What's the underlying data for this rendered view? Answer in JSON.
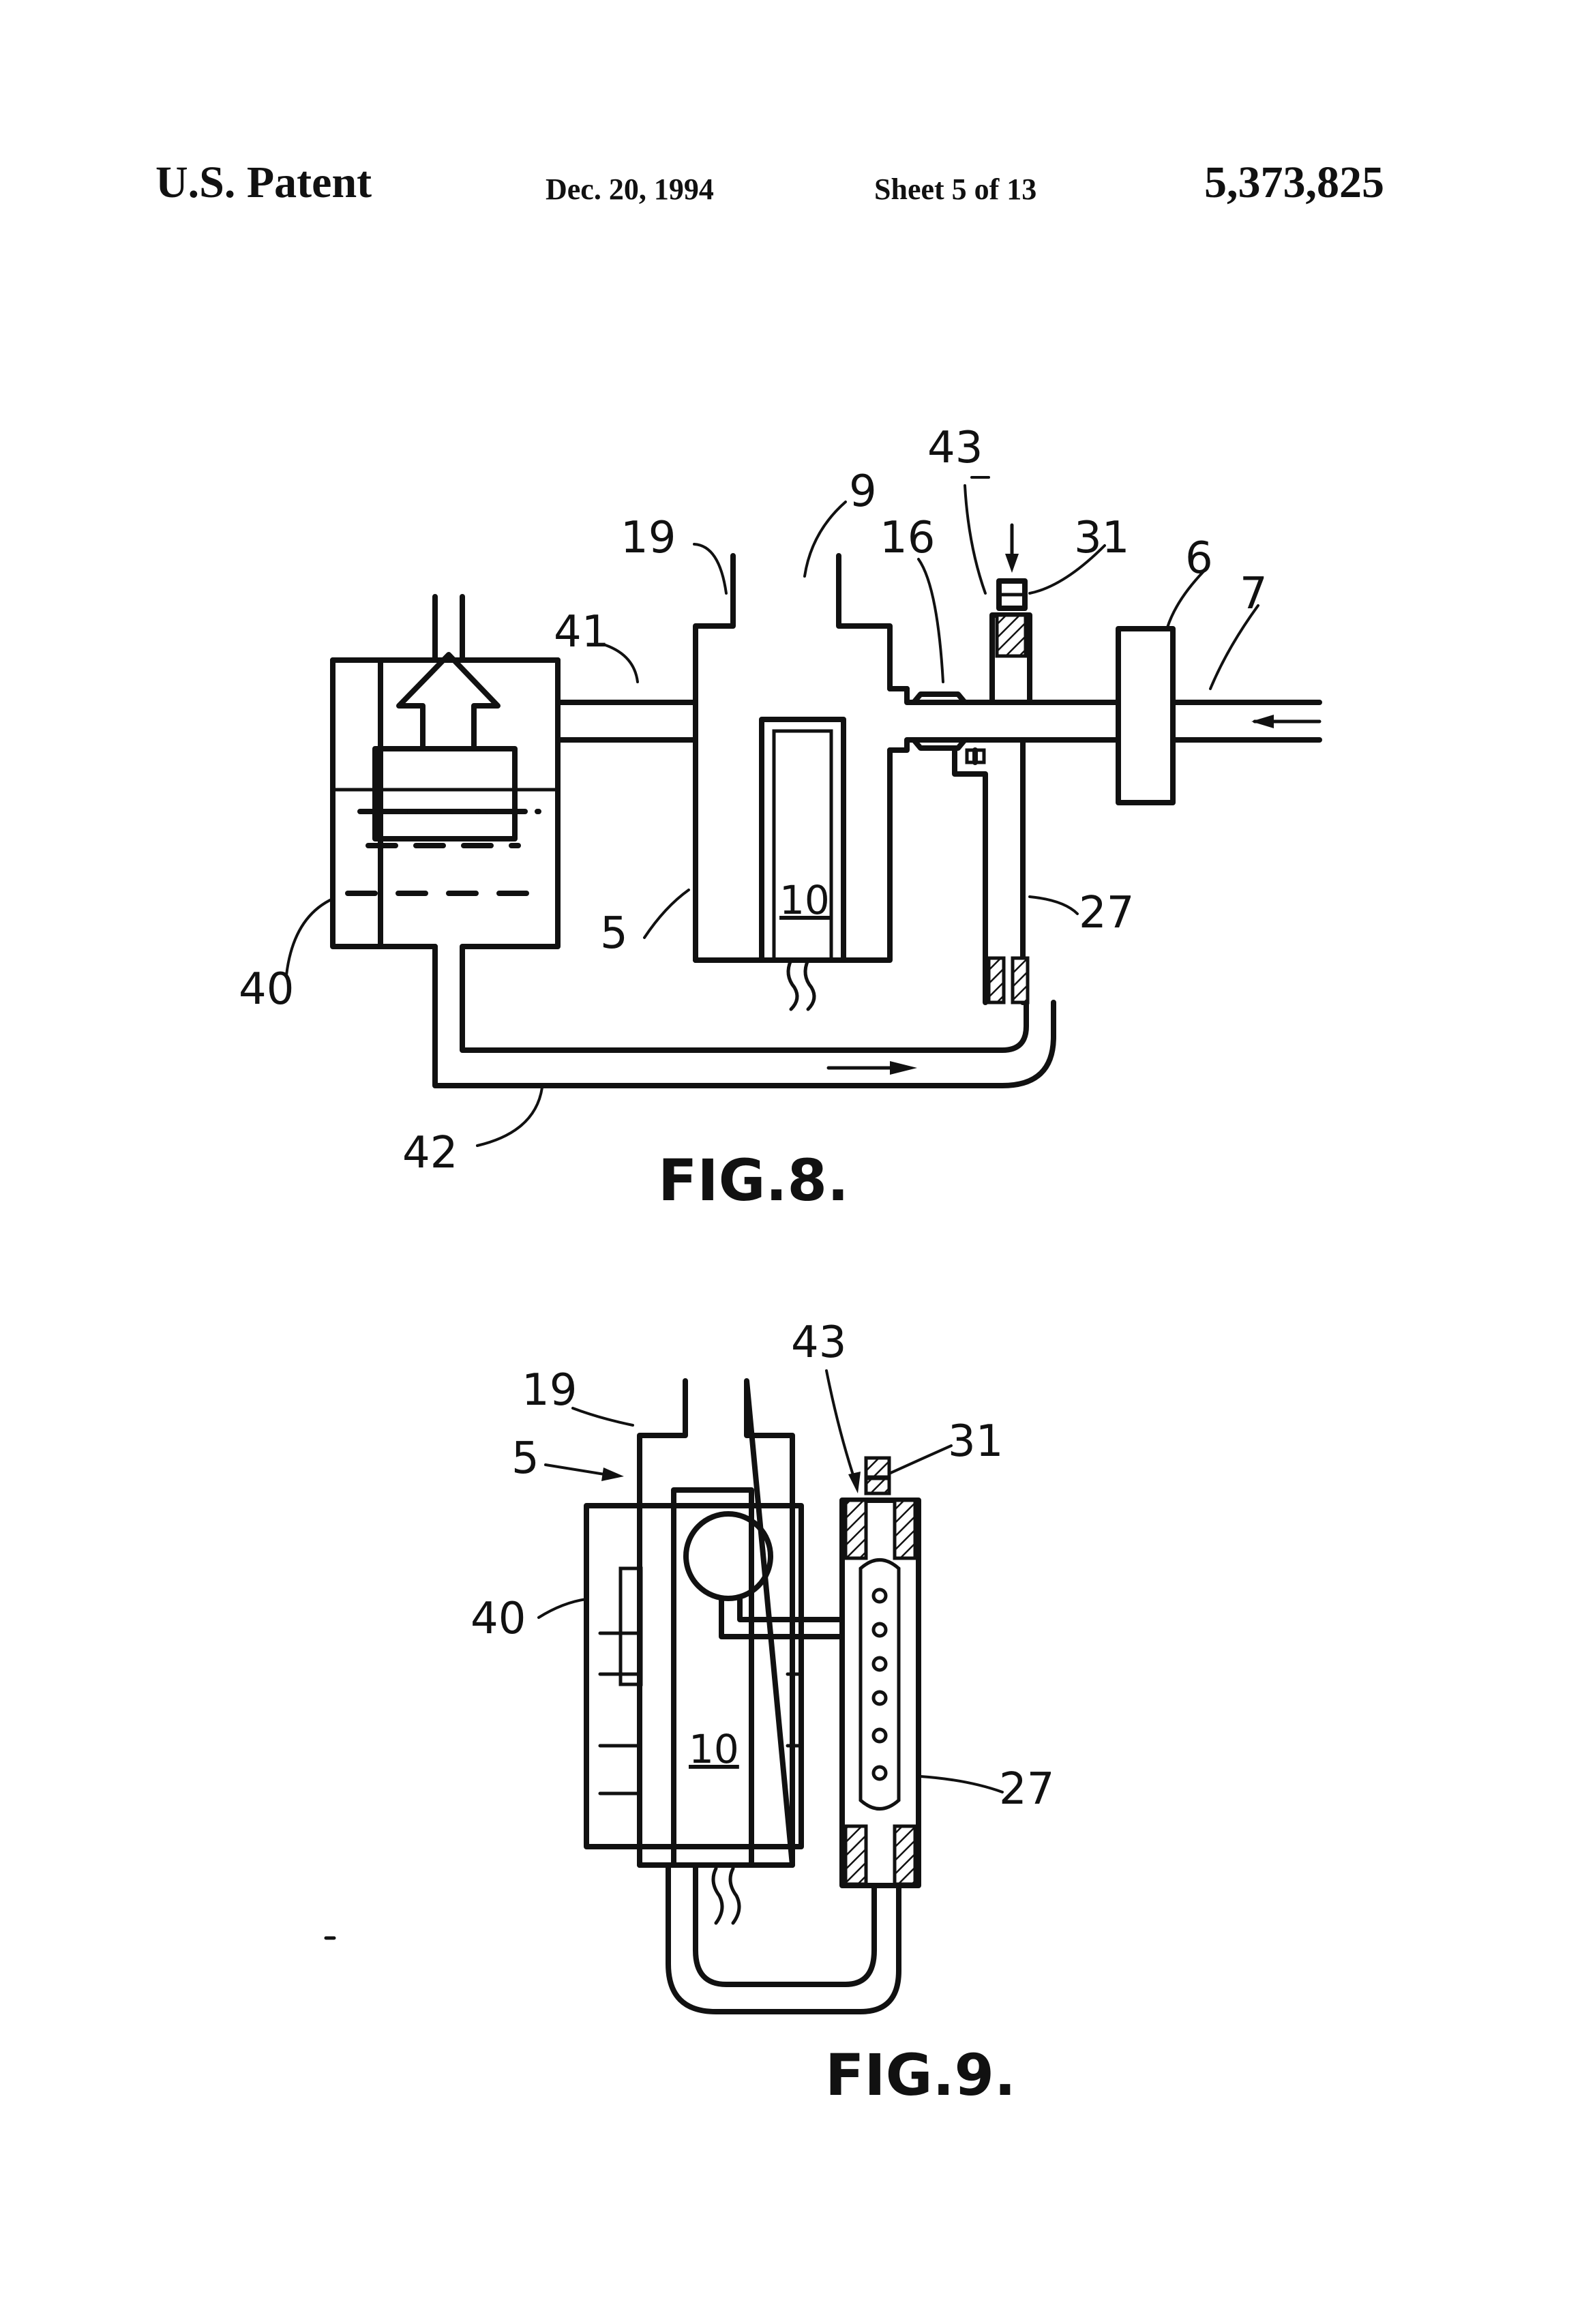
{
  "header": {
    "left": "U.S. Patent",
    "date": "Dec. 20, 1994",
    "sheet": "Sheet 5 of 13",
    "number": "5,373,825"
  },
  "fig8": {
    "caption": "FIG.8.",
    "labels": {
      "l43": "43",
      "l9": "9",
      "l19": "19",
      "l16": "16",
      "l31": "31",
      "l6": "6",
      "l41": "41",
      "l7": "7",
      "l10": "10",
      "l5": "5",
      "l27": "27",
      "l40": "40",
      "l42": "42"
    }
  },
  "fig9": {
    "caption": "FIG.9.",
    "labels": {
      "l43": "43",
      "l19": "19",
      "l31": "31",
      "l5": "5",
      "l40": "40",
      "l10": "10",
      "l27": "27"
    }
  }
}
